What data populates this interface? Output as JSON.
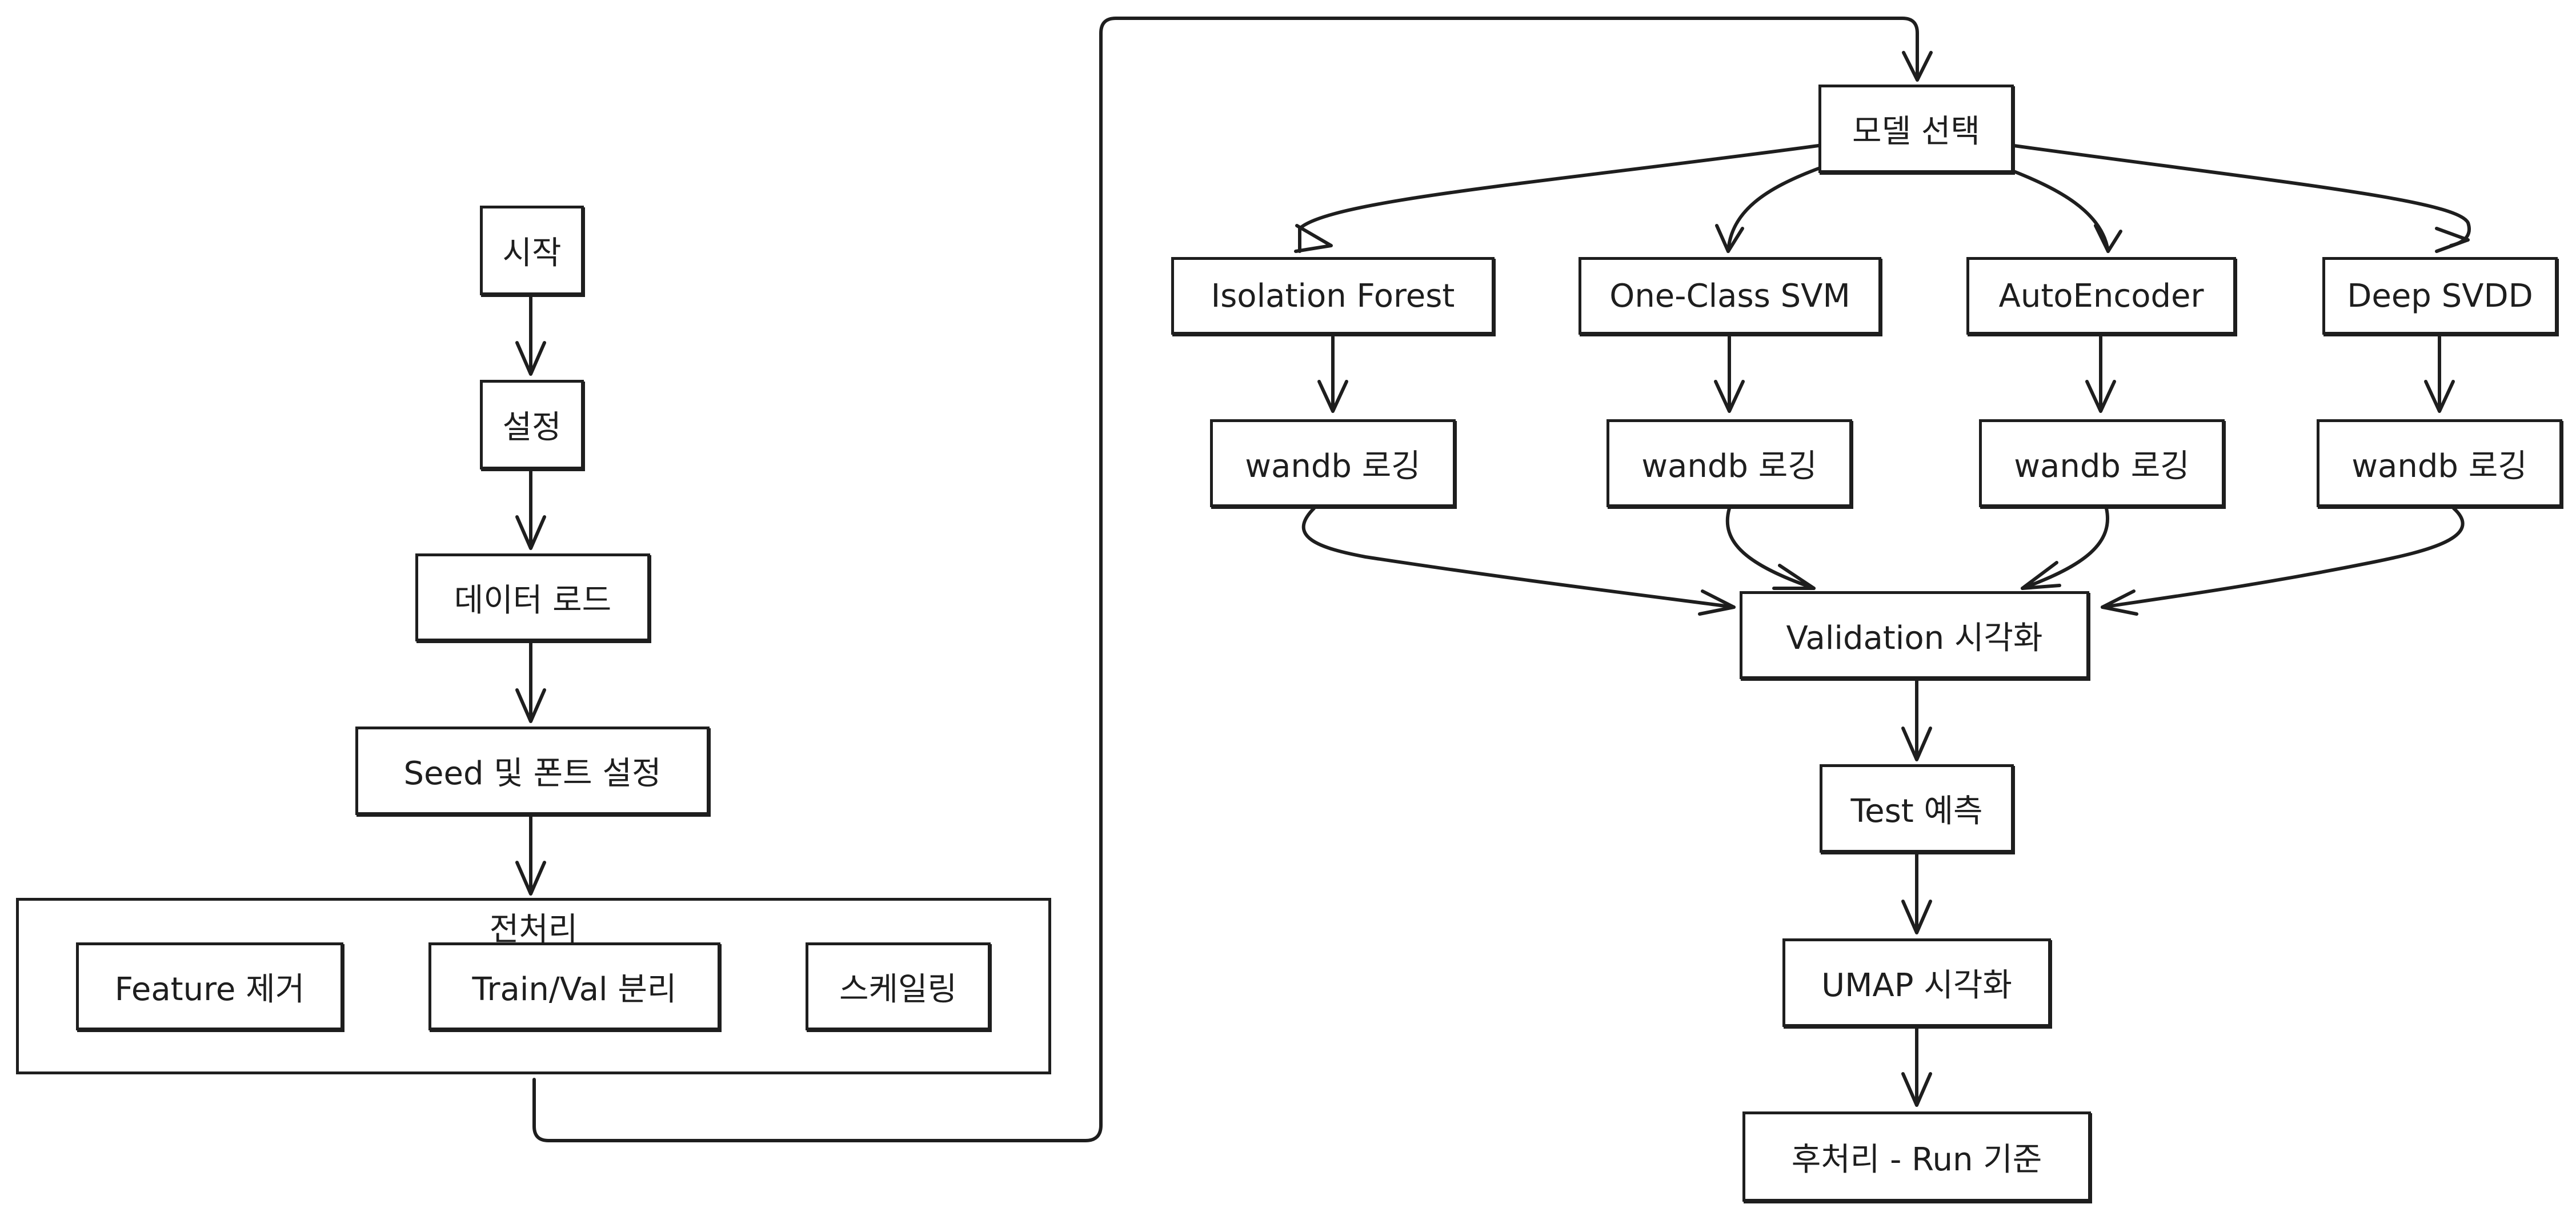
{
  "diagram": {
    "nodes": {
      "start": "시작",
      "setup": "설정",
      "data_load": "데이터 로드",
      "seed_font": "Seed 및 폰트 설정",
      "preprocess_group": "전처리",
      "feature_remove": "Feature 제거",
      "train_val_split": "Train/Val 분리",
      "scaling": "스케일링",
      "model_select": "모델 선택",
      "isolation_forest": "Isolation Forest",
      "one_class_svm": "One-Class SVM",
      "autoencoder": "AutoEncoder",
      "deep_svdd": "Deep SVDD",
      "wandb_1": "wandb 로깅",
      "wandb_2": "wandb 로깅",
      "wandb_3": "wandb 로깅",
      "wandb_4": "wandb 로깅",
      "validation_viz": "Validation 시각화",
      "test_predict": "Test 예측",
      "umap_viz": "UMAP 시각화",
      "postprocess": "후처리 - Run 기준"
    },
    "edges": [
      [
        "start",
        "setup"
      ],
      [
        "setup",
        "data_load"
      ],
      [
        "data_load",
        "seed_font"
      ],
      [
        "seed_font",
        "preprocess_group"
      ],
      [
        "preprocess_group",
        "model_select"
      ],
      [
        "model_select",
        "isolation_forest"
      ],
      [
        "model_select",
        "one_class_svm"
      ],
      [
        "model_select",
        "autoencoder"
      ],
      [
        "model_select",
        "deep_svdd"
      ],
      [
        "isolation_forest",
        "wandb_1"
      ],
      [
        "one_class_svm",
        "wandb_2"
      ],
      [
        "autoencoder",
        "wandb_3"
      ],
      [
        "deep_svdd",
        "wandb_4"
      ],
      [
        "wandb_1",
        "validation_viz"
      ],
      [
        "wandb_2",
        "validation_viz"
      ],
      [
        "wandb_3",
        "validation_viz"
      ],
      [
        "wandb_4",
        "validation_viz"
      ],
      [
        "validation_viz",
        "test_predict"
      ],
      [
        "test_predict",
        "umap_viz"
      ],
      [
        "umap_viz",
        "postprocess"
      ]
    ],
    "colors": {
      "stroke": "#1e1e1e",
      "background": "#ffffff"
    }
  }
}
